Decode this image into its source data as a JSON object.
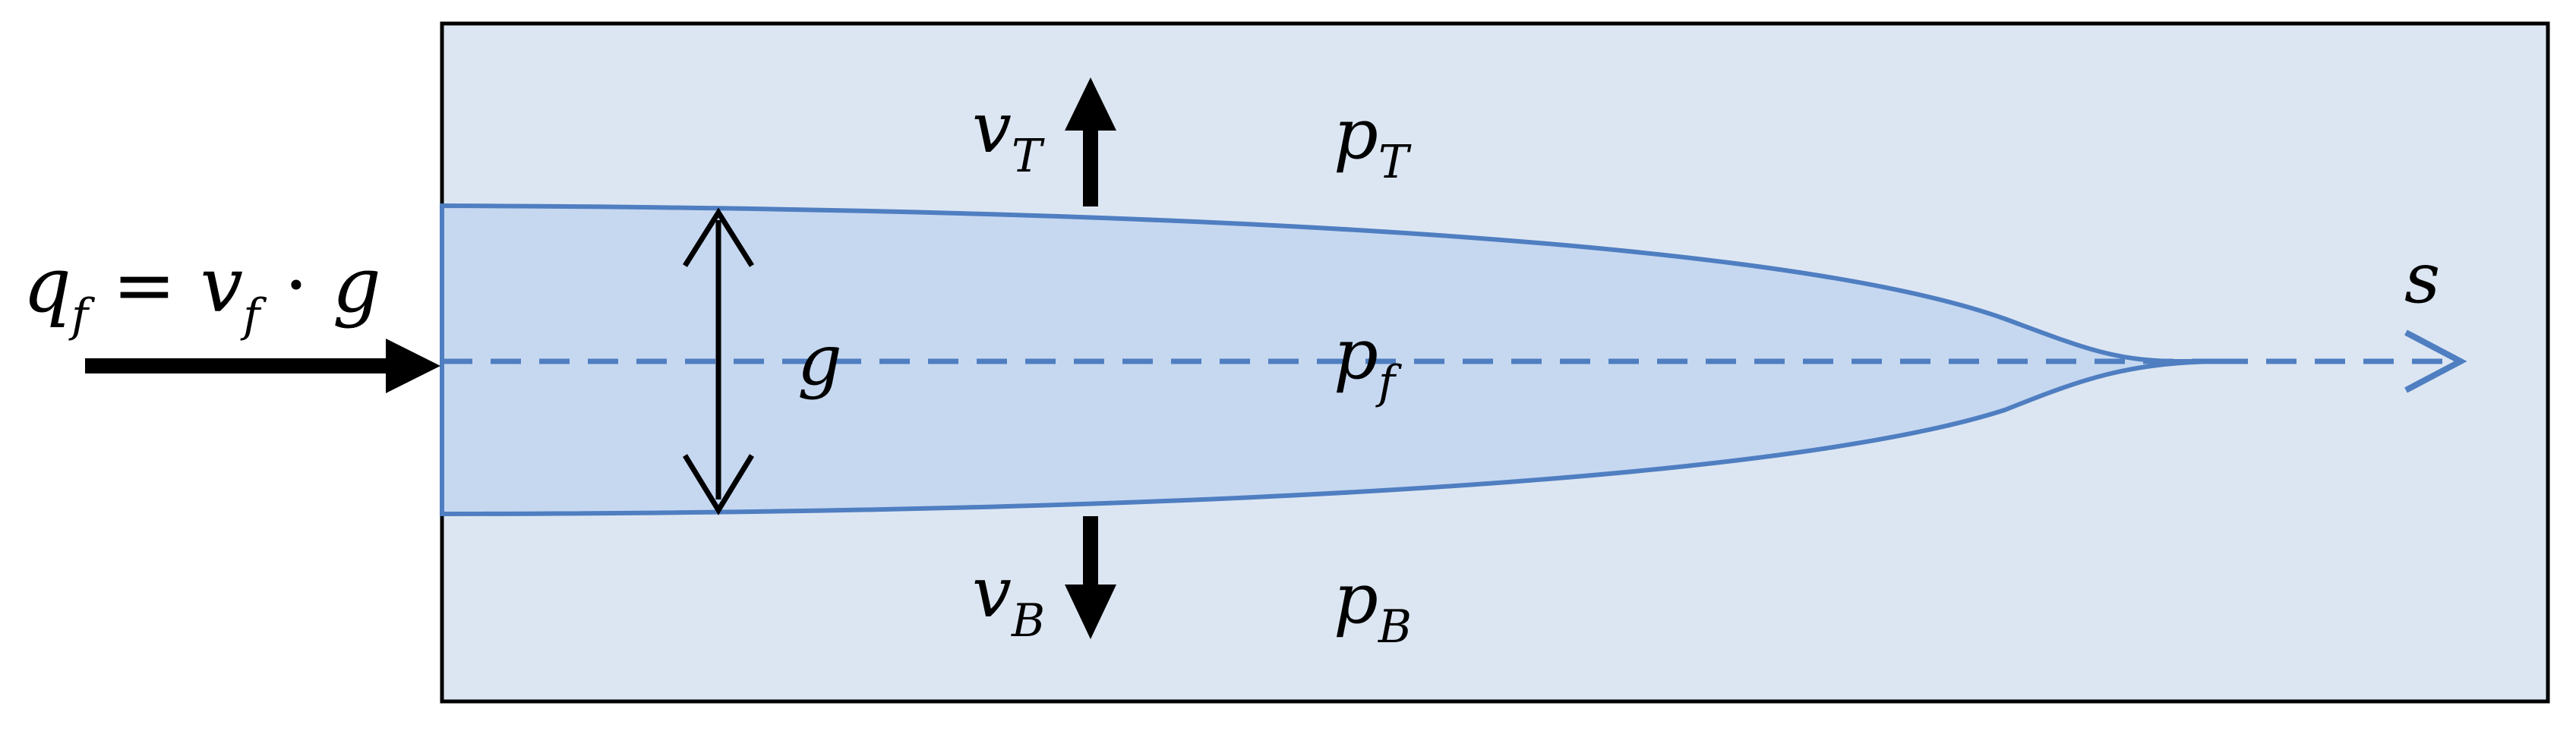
{
  "labels": {
    "inflow": {
      "q": "q",
      "q_sub": "f",
      "eq": " = ",
      "v": "v",
      "v_sub": "f",
      "dot": " · ",
      "g": "g"
    },
    "gap": "g",
    "velocity_top": {
      "v": "v",
      "sub": "T"
    },
    "pressure_top": {
      "p": "p",
      "sub": "T"
    },
    "pressure_fluid": {
      "p": "p",
      "sub": "f"
    },
    "velocity_bottom": {
      "v": "v",
      "sub": "B"
    },
    "pressure_bottom": {
      "p": "p",
      "sub": "B"
    },
    "axis": "s"
  },
  "colors": {
    "domain_fill": "#dce6f2",
    "domain_border": "#000000",
    "fracture_fill": "#c6d8f0",
    "fracture_line": "#4f7ec1",
    "arrow_black": "#000000"
  }
}
